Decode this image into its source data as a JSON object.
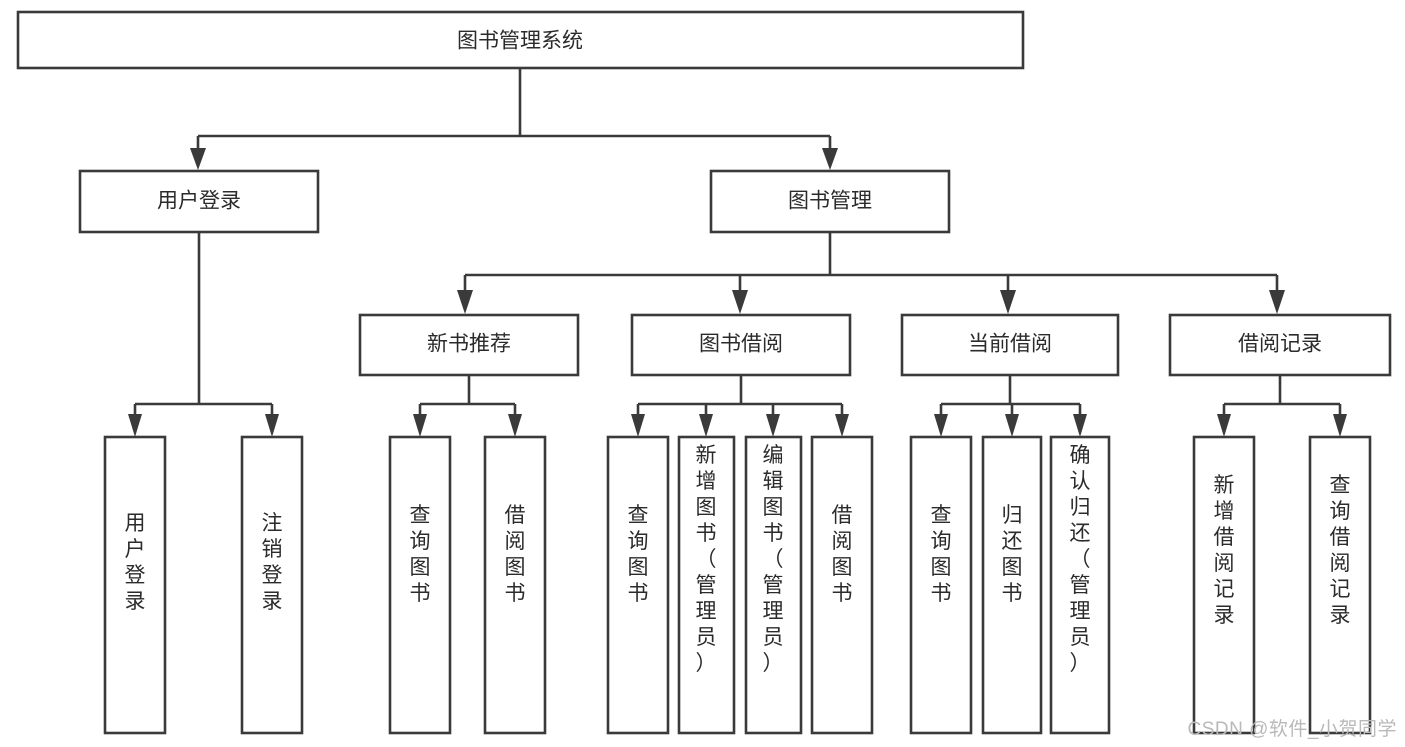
{
  "diagram": {
    "title": "图书管理系统",
    "type": "tree-hierarchy-diagram",
    "colors": {
      "stroke": "#3a3a3a",
      "fill": "#ffffff",
      "text": "#2b2b2b",
      "watermark": "#b9b9b9",
      "background": "#ffffff"
    },
    "root": {
      "label": "图书管理系统"
    },
    "level1": [
      {
        "label": "用户登录"
      },
      {
        "label": "图书管理"
      }
    ],
    "level2": [
      {
        "label": "新书推荐"
      },
      {
        "label": "图书借阅"
      },
      {
        "label": "当前借阅"
      },
      {
        "label": "借阅记录"
      }
    ],
    "leaves": {
      "user_login": [
        {
          "label": "用户登录"
        },
        {
          "label": "注销登录"
        }
      ],
      "new_book_recommend": [
        {
          "label": "查询图书"
        },
        {
          "label": "借阅图书"
        }
      ],
      "book_borrow": [
        {
          "label": "查询图书"
        },
        {
          "label": "新增图书（管理员）"
        },
        {
          "label": "编辑图书（管理员）"
        },
        {
          "label": "借阅图书"
        }
      ],
      "current_borrow": [
        {
          "label": "查询图书"
        },
        {
          "label": "归还图书"
        },
        {
          "label": "确认归还（管理员）"
        }
      ],
      "borrow_records": [
        {
          "label": "新增借阅记录"
        },
        {
          "label": "查询借阅记录"
        }
      ]
    },
    "watermark": "CSDN @软件_小贺同学"
  }
}
